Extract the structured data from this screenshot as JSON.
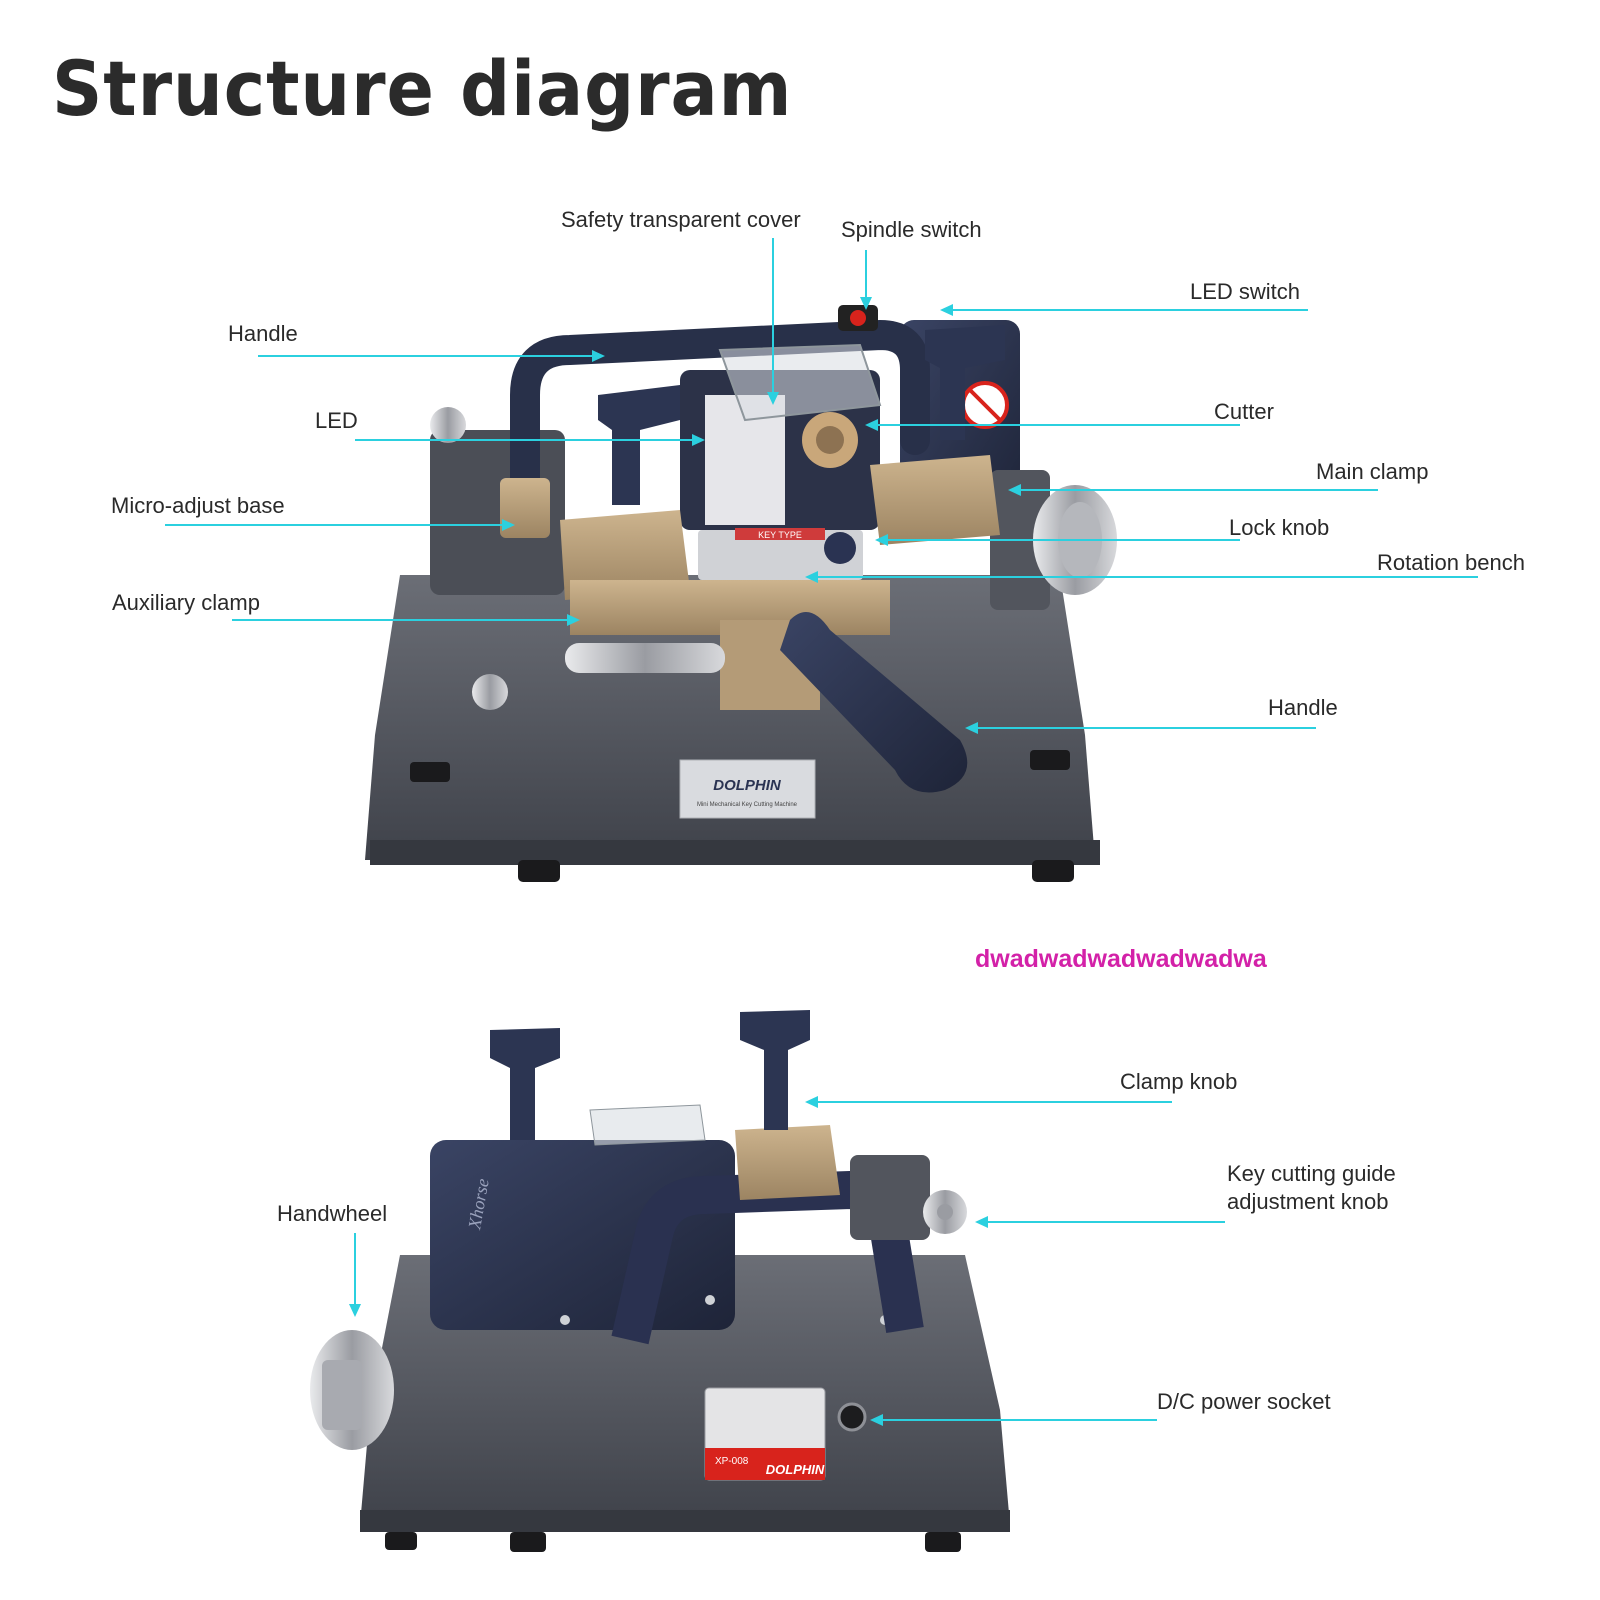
{
  "title": "Structure diagram",
  "watermark": "dwadwadwadwadwadwa",
  "colors": {
    "callout": "#2bd0df",
    "watermark": "#d321a8",
    "title": "#2b2b2b"
  },
  "product": {
    "brand": "DOLPHIN",
    "tagline": "Mini Mechanical Key Cutting Machine",
    "key_type": "KEY TYPE",
    "model": "XP-008",
    "maker": "Xhorse"
  },
  "labels_top": {
    "safety_cover": "Safety transparent cover",
    "spindle_switch": "Spindle switch",
    "led_switch": "LED switch",
    "handle_top": "Handle",
    "led": "LED",
    "cutter": "Cutter",
    "main_clamp": "Main clamp",
    "micro_adjust": "Micro-adjust base",
    "lock_knob": "Lock knob",
    "rotation_bench": "Rotation bench",
    "auxiliary_clamp": "Auxiliary clamp",
    "handle_lever": "Handle"
  },
  "labels_bottom": {
    "clamp_knob": "Clamp knob",
    "guide_knob": "Key cutting guide adjustment knob",
    "handwheel": "Handwheel",
    "dc_socket": "D/C power socket"
  }
}
